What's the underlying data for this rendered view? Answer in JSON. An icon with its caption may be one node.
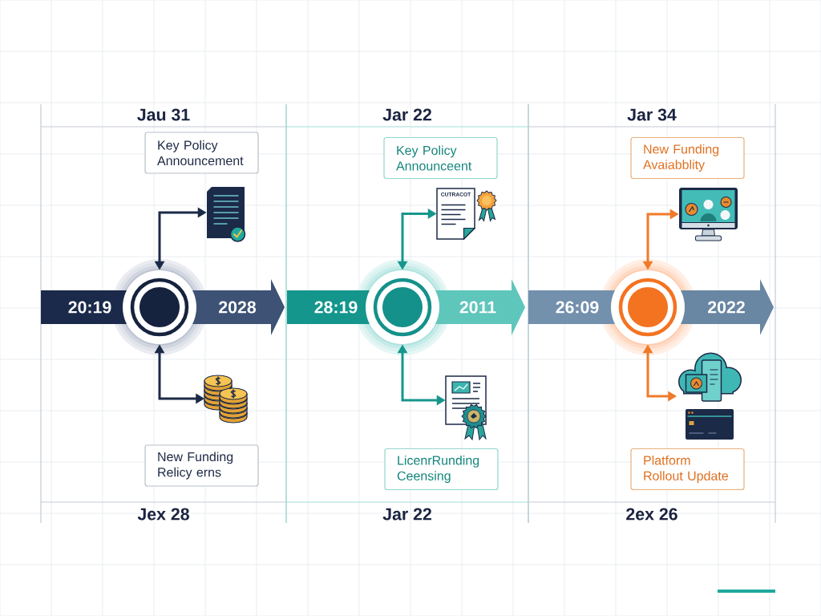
{
  "diagram": {
    "nodes": [
      {
        "text": [
          "Jau 31",
          "Jex 28"
        ]
      },
      {
        "text": [
          "Key Policy Announcement"
        ],
        "in": 0
      },
      {
        "text": [],
        "shape": "picture",
        "in": 0
      },
      {
        "text": [
          "20:19",
          "2028"
        ],
        "in": 0
      },
      {
        "text": [],
        "shape": "circle",
        "in": 0
      },
      {
        "text": [],
        "shape": "picture",
        "in": 0
      },
      {
        "text": [
          "New Funding Relicy erns"
        ],
        "in": 0
      },
      {
        "text": [
          "Jar 22",
          "Jar 22"
        ]
      },
      {
        "text": [
          "Key Policy Announceent"
        ],
        "in": 7
      },
      {
        "text": [
          "CUTRACOT"
        ],
        "in": 7
      },
      {
        "text": [
          "28:19",
          "2011"
        ],
        "in": 7
      },
      {
        "text": [],
        "shape": "circle",
        "in": 7
      },
      {
        "text": [],
        "shape": "picture",
        "in": 7
      },
      {
        "text": [
          "LicenrRunding Ceensing"
        ],
        "in": 7
      },
      {
        "text": [
          "Jar 34",
          "2ex 26"
        ]
      },
      {
        "text": [
          "New Funding Avaiabblity"
        ],
        "in": 14
      },
      {
        "text": [],
        "shape": "picture",
        "in": 14
      },
      {
        "text": [
          "26:09",
          "2022"
        ],
        "in": 14
      },
      {
        "text": [],
        "shape": "circle",
        "in": 14
      },
      {
        "text": [],
        "shape": "picture",
        "in": 14
      },
      {
        "text": [
          "Platform Rollout Update"
        ],
        "in": 14
      }
    ],
    "edges": [
      {
        "from": 4,
        "to": 2,
        "arrow": "both"
      },
      {
        "from": 4,
        "to": 5,
        "arrow": "both"
      },
      {
        "from": 11,
        "to": 9,
        "arrow": "both",
        "color": "#16968d"
      },
      {
        "from": 11,
        "to": 12,
        "arrow": "both",
        "color": "#16968d"
      },
      {
        "from": 18,
        "to": 16,
        "arrow": "both",
        "color": "#f07a2a"
      },
      {
        "from": 18,
        "to": 19,
        "arrow": "both",
        "color": "#f07a2a"
      }
    ]
  }
}
